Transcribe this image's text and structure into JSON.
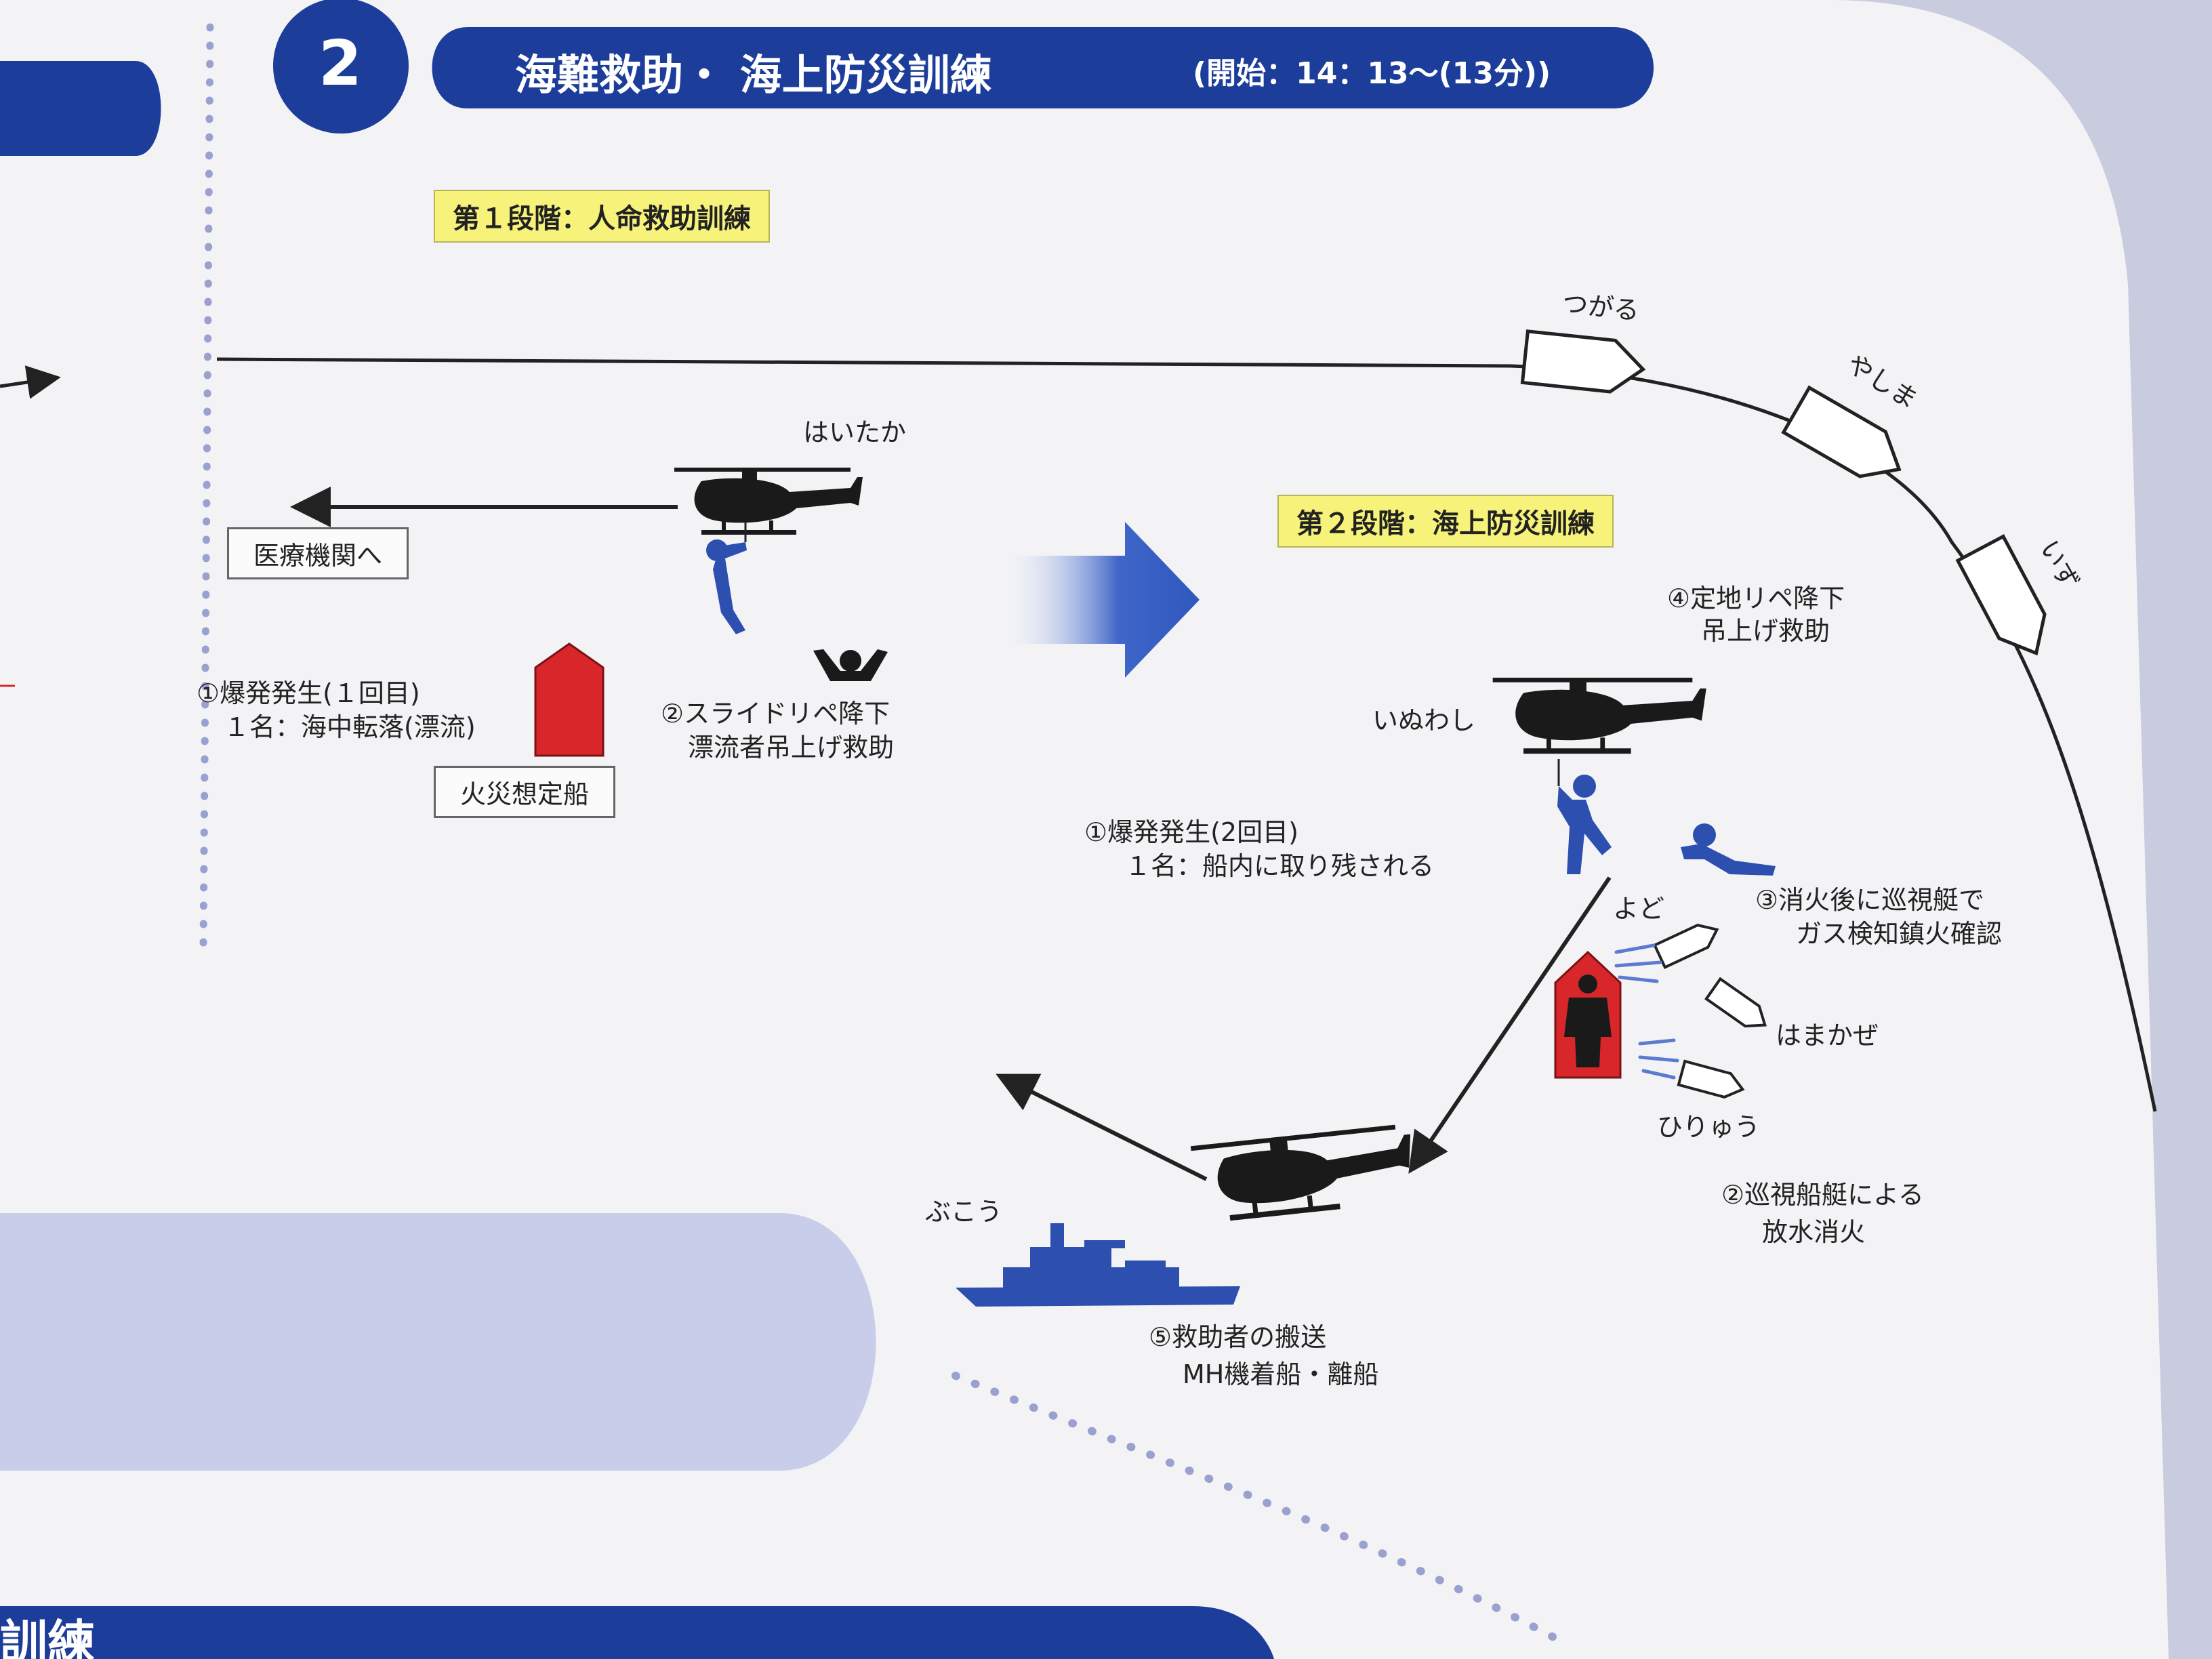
{
  "header": {
    "number": "2",
    "title": "海難救助・ 海上防災訓練",
    "time": "(開始：14：13〜(13分))"
  },
  "stage1": {
    "tag": "第１段階：人命救助訓練",
    "helicopter_name": "はいたか",
    "medical_label": "医療機関へ",
    "event1_line1": "①爆発発生(１回目)",
    "event1_line2": "１名：海中転落(漂流)",
    "fire_ship_label": "火災想定船",
    "step2_line1": "②スライドリペ降下",
    "step2_line2": "漂流者吊上げ救助"
  },
  "stage2": {
    "tag": "第２段階：海上防災訓練",
    "ships": [
      "つがる",
      "やしま",
      "いず"
    ],
    "step4_line1": "④定地リペ降下",
    "step4_line2": "吊上げ救助",
    "helicopter_name": "いぬわし",
    "event1_line1": "①爆発発生(2回目)",
    "event1_line2": "１名：船内に取り残される",
    "step3_line1": "③消火後に巡視艇で",
    "step3_line2": "ガス検知鎮火確認",
    "patrol_boats": [
      "よど",
      "はまかぜ",
      "ひりゅう"
    ],
    "step2_line1": "②巡視船艇による",
    "step2_line2": "放水消火",
    "warship_name": "ぶこう",
    "step5_line1": "⑤救助者の搬送",
    "step5_line2": "MH機着船・離船"
  },
  "colors": {
    "navy": "#1d3d9a",
    "fire_red": "#d8262b",
    "tag_yellow": "#f6f27a",
    "figure_blue": "#2d4fb0",
    "paper": "#f3f3f6"
  }
}
